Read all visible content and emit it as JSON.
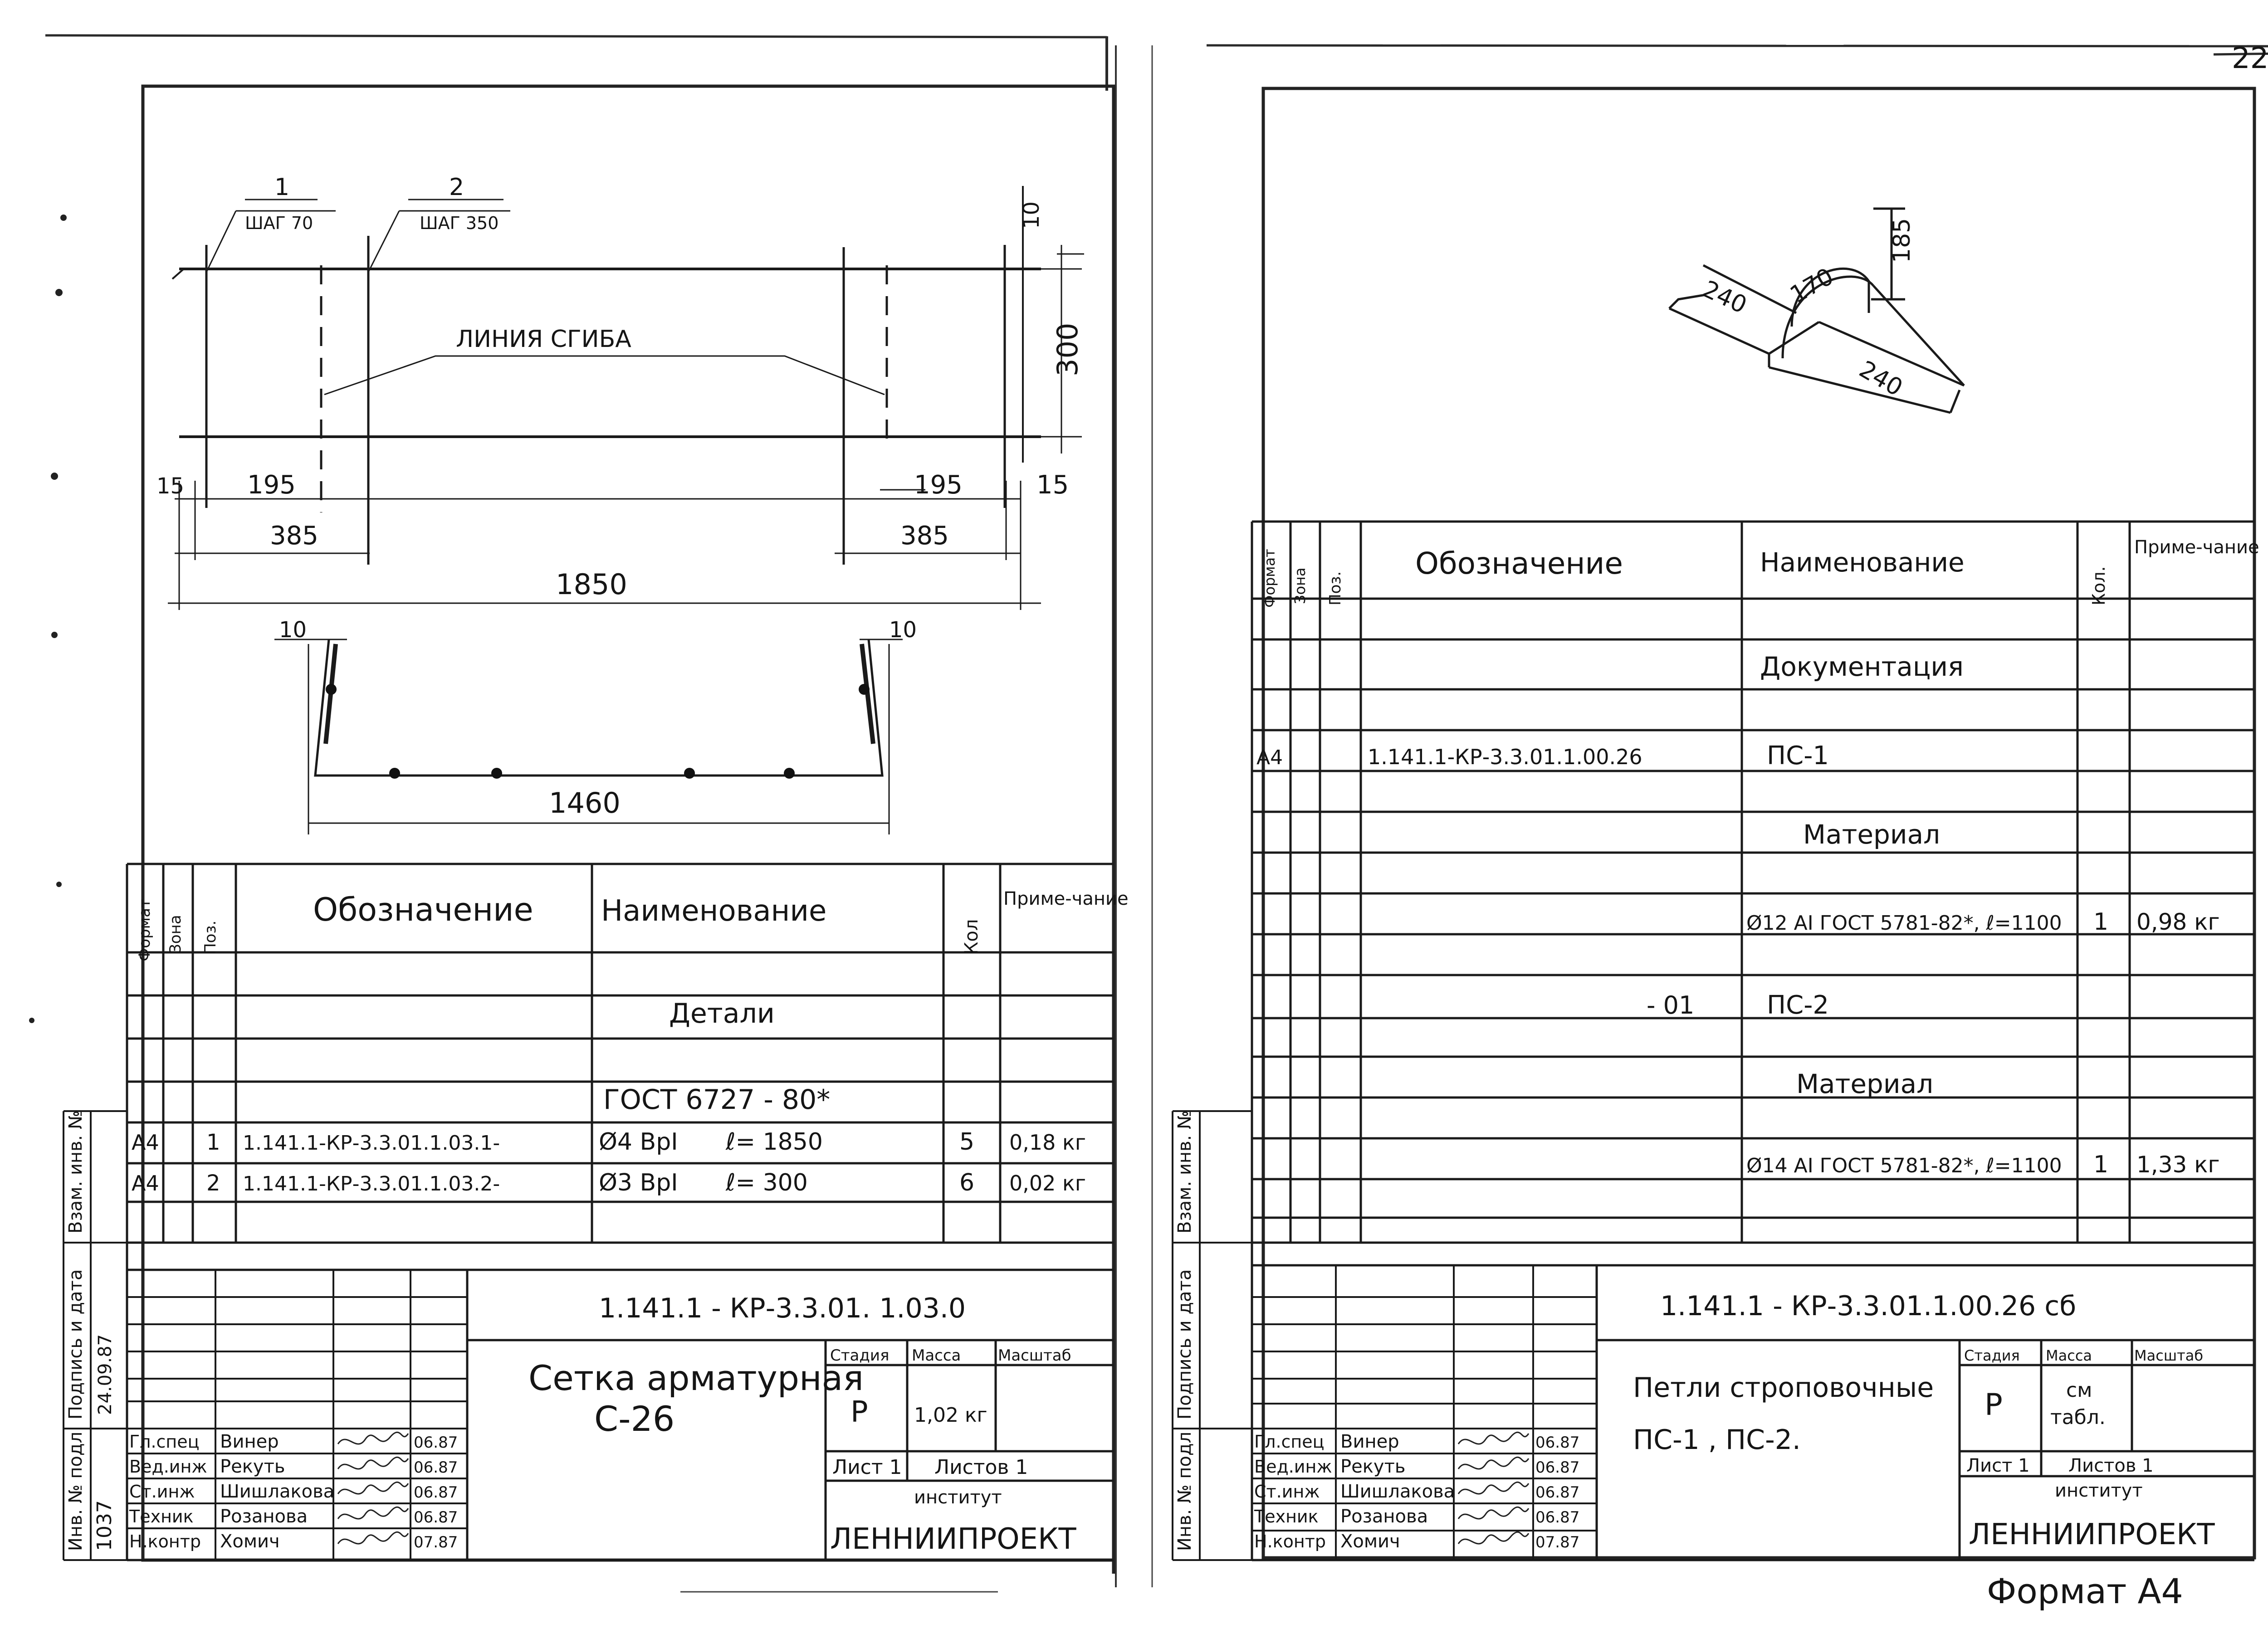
{
  "page": {
    "corner_number": "22",
    "format_label": "Формат А4"
  },
  "left": {
    "callout_1": {
      "pos": "1",
      "step": "ШАГ 70"
    },
    "callout_2": {
      "pos": "2",
      "step": "ШАГ 350"
    },
    "bend_line": "ЛИНИЯ СГИБА",
    "dims": {
      "d10_top": "10",
      "d300": "300",
      "d15_left": "15",
      "d195_left": "195",
      "d385_left": "385",
      "d195_right": "195",
      "d15_right": "15",
      "d385_right": "385",
      "d1850": "1850",
      "d10_l": "10",
      "d10_r": "10",
      "d1460": "1460"
    },
    "spec": {
      "headers": {
        "format": "Формат",
        "zone": "Зона",
        "pos": "Поз.",
        "designation": "Обозначение",
        "name": "Наименование",
        "qty": "Кол",
        "note": "Приме-чание"
      },
      "section_title": "Детали",
      "standard": "ГОСТ 6727 - 80*",
      "rows": [
        {
          "format": "А4",
          "pos": "1",
          "designation": "1.141.1-КР-3.3.01.1.03.1-",
          "name": "Ø4 ВрI",
          "len": "ℓ= 1850",
          "qty": "5",
          "note": "0,18 кг"
        },
        {
          "format": "А4",
          "pos": "2",
          "designation": "1.141.1-КР-3.3.01.1.03.2-",
          "name": "Ø3 ВрI",
          "len": "ℓ= 300",
          "qty": "6",
          "note": "0,02 кг"
        }
      ]
    },
    "title_block": {
      "doc_code": "1.141.1 - КР-3.3.01. 1.03.0",
      "title_line1": "Сетка арматурная",
      "title_line2": "С-26",
      "stage_label": "Стадия",
      "mass_label": "Масса",
      "scale_label": "Масштаб",
      "stage": "Р",
      "mass": "1,02 кг",
      "sheet": "Лист 1",
      "sheets": "Листов 1",
      "institute_label": "институт",
      "institute": "ЛЕННИИПРОЕКТ"
    }
  },
  "right": {
    "iso_dims": {
      "a": "240",
      "b": "170",
      "c": "185",
      "d": "240"
    },
    "spec": {
      "headers": {
        "format": "Формат",
        "zone": "Зона",
        "pos": "Поз.",
        "designation": "Обозначение",
        "name": "Наименование",
        "qty": "Кол.",
        "note": "Приме-чание"
      },
      "rows": {
        "doc_section": "Документация",
        "ps1_format": "А4",
        "ps1_designation": "1.141.1-КР-3.3.01.1.00.26",
        "ps1_name": "ПС-1",
        "mat1_section": "Материал",
        "mat1_name": "Ø12 АI ГОСТ 5781-82*, ℓ=1100",
        "mat1_qty": "1",
        "mat1_note": "0,98 кг",
        "ps2_designation": "- 01",
        "ps2_name": "ПС-2",
        "mat2_section": "Материал",
        "mat2_name": "Ø14 АI ГОСТ 5781-82*, ℓ=1100",
        "mat2_qty": "1",
        "mat2_note": "1,33 кг"
      }
    },
    "title_block": {
      "doc_code": "1.141.1 - КР-3.3.01.1.00.26 сб",
      "title_line1": "Петли строповочные",
      "title_line2": "ПС-1 , ПС-2.",
      "stage_label": "Стадия",
      "mass_label": "Масса",
      "scale_label": "Масштаб",
      "stage": "Р",
      "mass_1": "см",
      "mass_2": "табл.",
      "sheet": "Лист 1",
      "sheets": "Листов 1",
      "institute_label": "институт",
      "institute": "ЛЕННИИПРОЕКТ"
    }
  },
  "signatures": {
    "rows": [
      {
        "role": "Гл.спец",
        "name": "Винер",
        "date": "06.87"
      },
      {
        "role": "Вед.инж",
        "name": "Рекуть",
        "date": "06.87"
      },
      {
        "role": "Ст.инж",
        "name": "Шишлакова",
        "date": "06.87"
      },
      {
        "role": "Техник",
        "name": "Розанова",
        "date": "06.87"
      },
      {
        "role": "Н.контр",
        "name": "Хомич",
        "date": "07.87"
      }
    ]
  },
  "side_stamp": {
    "inv_no": "Инв. № подл",
    "sign_date": "Подпись и дата",
    "vzam": "Взам. инв. №",
    "inv_value": "1037",
    "date_value": "24.09.87"
  }
}
